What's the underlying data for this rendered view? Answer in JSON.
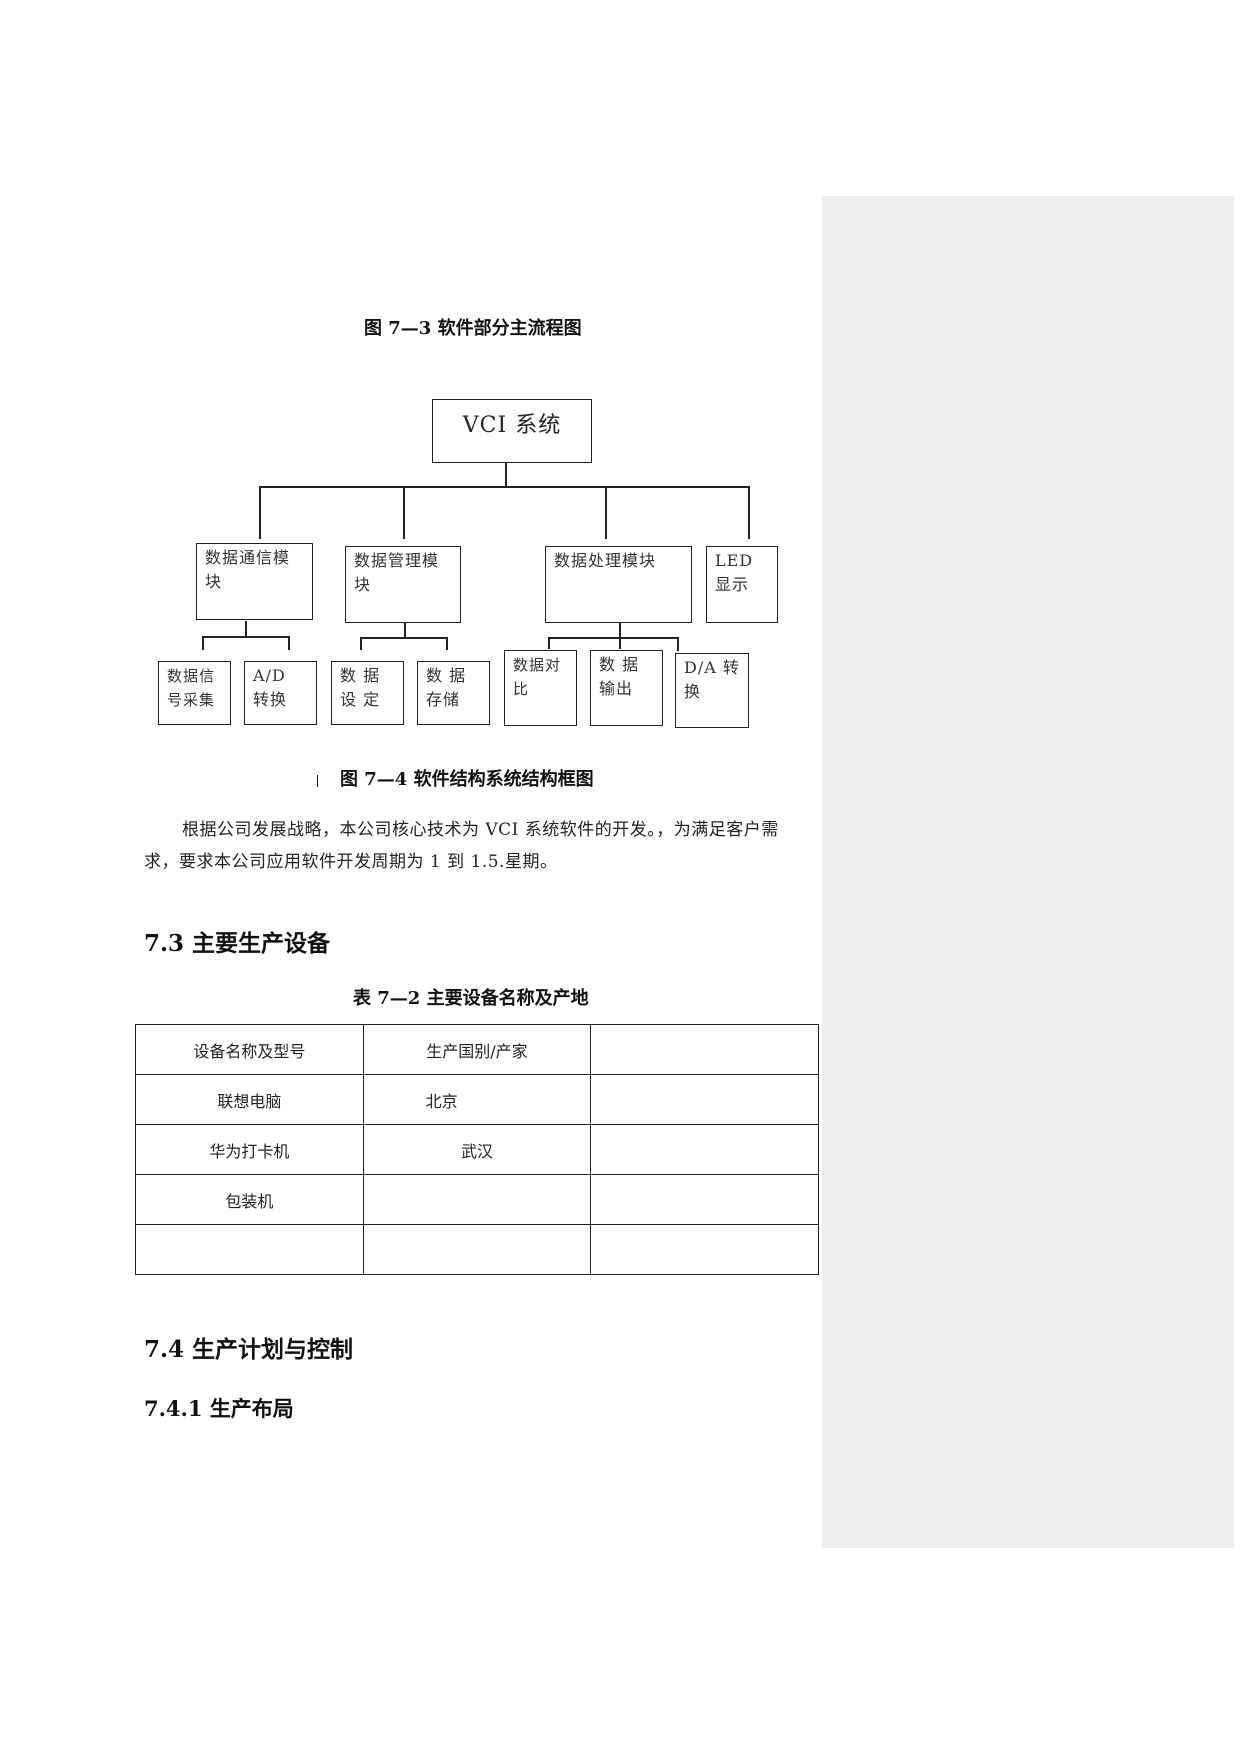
{
  "figure_caption_1": "图 7—3  软件部分主流程图",
  "diagram": {
    "root": "VCI 系统",
    "modules": [
      {
        "label": "数据通信模块",
        "children": [
          "数据信号采集",
          "A/D 转换"
        ]
      },
      {
        "label": "数据管理模块",
        "children": [
          "数 据设 定",
          "数 据存储"
        ]
      },
      {
        "label": "数据处理模块",
        "children": [
          "数据对比",
          "数 据输出",
          "D/A 转换"
        ]
      },
      {
        "label": "LED 显示",
        "children": []
      }
    ]
  },
  "figure_caption_2": "图 7—4    软件结构系统结构框图",
  "paragraph": "根据公司发展战略，本公司核心技术为 VCI 系统软件的开发。，为满足客户需求，要求本公司应用软件开发周期为 1 到 1.5.星期。",
  "section_7_3": "7.3 主要生产设备",
  "table_caption": "表 7—2  主要设备名称及产地",
  "table": {
    "rows": [
      [
        "设备名称及型号",
        "生产国别/产家",
        ""
      ],
      [
        "联想电脑",
        "北京",
        ""
      ],
      [
        "华为打卡机",
        "武汉",
        ""
      ],
      [
        "包装机",
        "",
        ""
      ],
      [
        "",
        "",
        ""
      ]
    ]
  },
  "section_7_4": "7.4  生产计划与控制",
  "section_7_4_1": "7.4.1  生产布局"
}
